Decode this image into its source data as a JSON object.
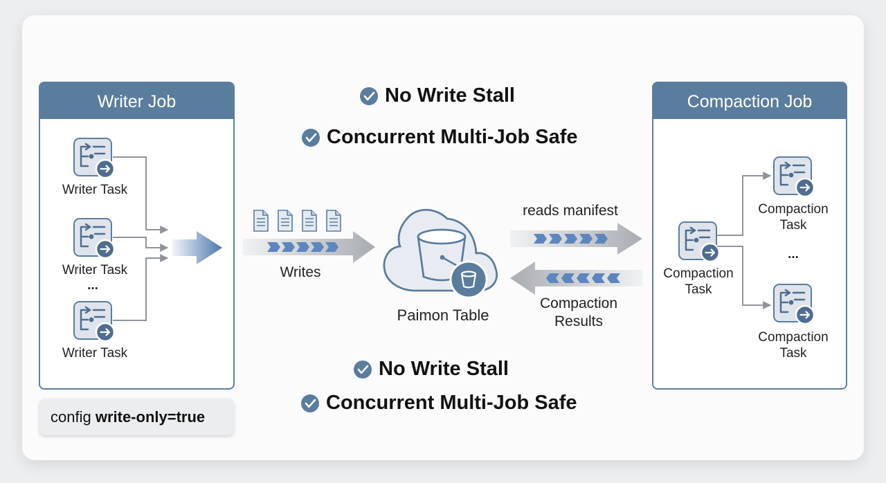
{
  "writer_job": {
    "title": "Writer Job",
    "tasks": [
      "Writer Task",
      "Writer Task",
      "Writer Task"
    ],
    "ellipsis": "...",
    "config_prefix": "config ",
    "config_value": "write-only=true"
  },
  "benefits": {
    "top": [
      "No Write Stall",
      "Concurrent Multi-Job Safe"
    ],
    "bottom": [
      "No Write Stall",
      "Concurrent Multi-Job Safe"
    ]
  },
  "flow": {
    "writes_label": "Writes",
    "table_label": "Paimon Table",
    "reads_label": "reads manifest",
    "results_label_line1": "Compaction",
    "results_label_line2": "Results"
  },
  "compaction_job": {
    "title": "Compaction Job",
    "source_task_line1": "Compaction",
    "source_task_line2": "Task",
    "target_tasks": [
      {
        "line1": "Compaction",
        "line2": "Task"
      },
      {
        "line1": "Compaction",
        "line2": "Task"
      }
    ],
    "ellipsis": "..."
  },
  "colors": {
    "accent": "#5a7d9e",
    "icon_fill": "#dfe4ec",
    "arrow_gray": "#a9adb2",
    "chevron": "#5d86c0"
  }
}
